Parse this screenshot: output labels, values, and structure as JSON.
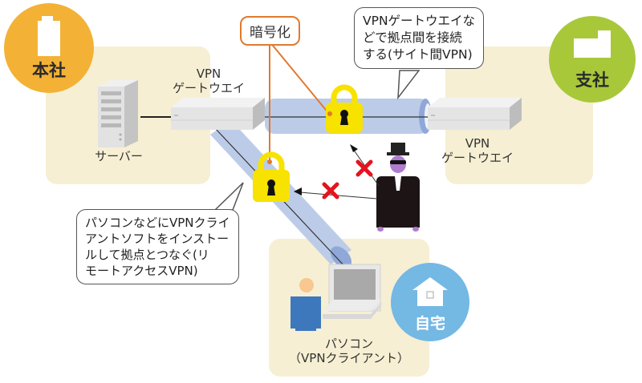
{
  "sites": {
    "headquarters": {
      "label": "本社",
      "color": "#f3b236"
    },
    "branch": {
      "label": "支社",
      "color": "#a8c83a"
    },
    "home": {
      "label": "自宅",
      "color": "#74b8e4"
    }
  },
  "devices": {
    "server": "サーバー",
    "gateway_hq": {
      "line1": "VPN",
      "line2": "ゲートウエイ"
    },
    "gateway_branch": {
      "line1": "VPN",
      "line2": "ゲートウエイ"
    },
    "pc": {
      "line1": "パソコン",
      "line2": "（VPNクライアント）"
    }
  },
  "callouts": {
    "encryption": "暗号化",
    "site_to_site": [
      "VPNゲートウエイな",
      "どで拠点間を接続",
      "する(サイト間VPN)"
    ],
    "remote_access": [
      "パソコンなどにVPNクライ",
      "アントソフトをインストー",
      "ルして拠点とつなぐ(リ",
      "モートアクセスVPN)"
    ]
  },
  "colors": {
    "zone": "#f6efd3",
    "tunnel": "#bccce8",
    "lock": "#f7e200",
    "blocked": "#e3141e",
    "encryption_line": "#e07a2e"
  }
}
